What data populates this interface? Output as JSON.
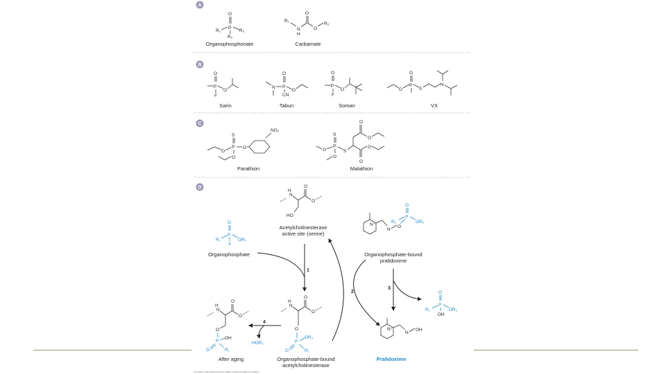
{
  "panels": {
    "A": {
      "badge": "A",
      "labels": [
        "Organophosphonate",
        "Carbamate"
      ]
    },
    "B": {
      "badge": "B",
      "labels": [
        "Sarin",
        "Tabun",
        "Soman",
        "VX"
      ]
    },
    "C": {
      "badge": "C",
      "labels": [
        "Parathion",
        "Malathion"
      ]
    },
    "D": {
      "badge": "D",
      "organophosphate": "Organophosphate",
      "ache_site_1": "Acetylcholinesterase",
      "ache_site_2": "active site (serine)",
      "op_pralidoxime_1": "Organophosphate-bound",
      "op_pralidoxime_2": "pralidoxime",
      "after_aging": "After aging",
      "op_ache_1": "Organophosphate-bound",
      "op_ache_2": "acetylcholinesterase",
      "pralidoxime": "Pralidoxime",
      "steps": [
        "1",
        "2",
        "3",
        "4"
      ]
    }
  },
  "atoms": {
    "P": "P",
    "O": "O",
    "F": "F",
    "S": "S",
    "N": "N",
    "H": "H",
    "Np": "N⁺",
    "R1": "R₁",
    "R2": "R₂",
    "R3": "R₃",
    "OR2": "OR₂",
    "HOR2": "HOR₂",
    "X": "X",
    "CN": "CN",
    "NO2": "NO₂",
    "OH": "OH",
    "HO": "HO",
    "NH": "N"
  },
  "copyright": "Copyright © 2012 Wolters Kluwer Health | Lippincott Williams & Wilkins",
  "colors": {
    "accent": "#1b88c4",
    "rule": "#9b9966",
    "badge": "#9a98b8"
  }
}
